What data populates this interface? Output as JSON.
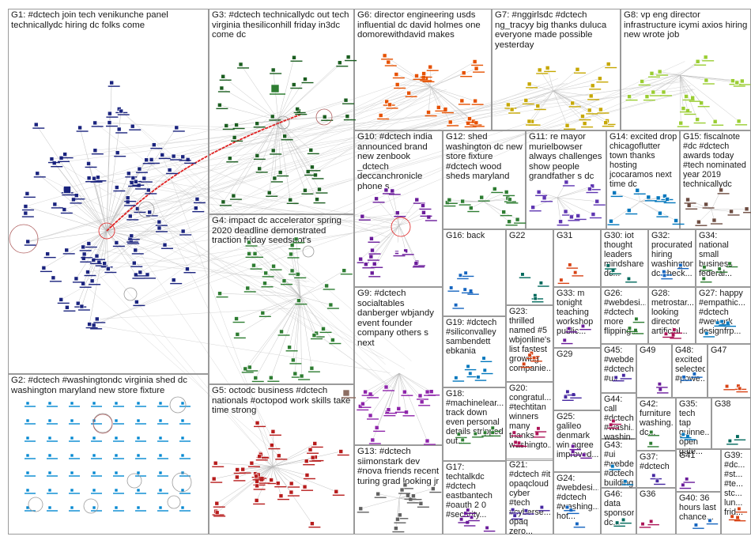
{
  "groups": [
    {
      "id": "G1",
      "label": "G1: #dctech join tech venikunche panel technicallydc hiring dc folks come"
    },
    {
      "id": "G2",
      "label": "G2: #dctech #washingtondc virginia shed dc washington maryland new store fixture"
    },
    {
      "id": "G3",
      "label": "G3: #dctech technicallydc out tech virginia thesiliconhill friday in3dc come dc"
    },
    {
      "id": "G4",
      "label": "G4: impact dc accelerator spring 2020 deadline demonstrated traction friday seedspot's"
    },
    {
      "id": "G5",
      "label": "G5: octodc business #dctech nationals #octopod work skills take time strong"
    },
    {
      "id": "G6",
      "label": "G6: director engineering usds influential dc david holmes one domorewithdavid makes"
    },
    {
      "id": "G7",
      "label": "G7: #nggirlsdc #dctech ng_tracyy big thanks duluca everyone made possible yesterday"
    },
    {
      "id": "G8",
      "label": "G8: vp eng director infrastructure icymi axios hiring new wrote job"
    },
    {
      "id": "G9",
      "label": "G9: #dctech socialtables danberger wbjandy event founder company others s next"
    },
    {
      "id": "G10",
      "label": "G10: #dctech india announced brand new zenbook _dctech deccanchronicle phone s"
    },
    {
      "id": "G11",
      "label": "G11: re mayor murielbowser always challenges show people grandfather s dc"
    },
    {
      "id": "G12",
      "label": "G12: shed washington dc new store fixture #dctech wood sheds maryland"
    },
    {
      "id": "G13",
      "label": "G13: #dctech siimonstark dev #nova friends recent turing grad looking jr"
    },
    {
      "id": "G14",
      "label": "G14: excited drop chicagoflutter town thanks hosting jcocaramos next time dc"
    },
    {
      "id": "G15",
      "label": "G15: fiscalnote #dc #dctech awards today #tech nominated year 2019 technicallydc"
    },
    {
      "id": "G16",
      "label": "G16: back"
    },
    {
      "id": "G17",
      "label": "G17: techtalkdc #dctech eastbantech #oauth 2 0 #security..."
    },
    {
      "id": "G18",
      "label": "G18: #machinelear... track down even personal details stripped out..."
    },
    {
      "id": "G19",
      "label": "G19: #dctech #siliconvalley sambendett ebkania"
    },
    {
      "id": "G20",
      "label": "G20: congratul... #techtitan winners many thanks washingto..."
    },
    {
      "id": "G21",
      "label": "G21: #dctech #it opaqcloud cyber #tech #cyberse... opaq zero..."
    },
    {
      "id": "G22",
      "label": "G22"
    },
    {
      "id": "G23",
      "label": "G23: thrilled named #5 wbjonline's list fastest growing companie..."
    },
    {
      "id": "G24",
      "label": "G24: #webdesi... #dctech #washing... hot..."
    },
    {
      "id": "G25",
      "label": "G25: galileo denmark win agree improved..."
    },
    {
      "id": "G26",
      "label": "G26: #webdesi... #dctech more flipping..."
    },
    {
      "id": "G27",
      "label": "G27: happy #empathic... #dctech #wework designfrp..."
    },
    {
      "id": "G28",
      "label": "G28: metrostar... looking director artificial..."
    },
    {
      "id": "G29",
      "label": "G29"
    },
    {
      "id": "G30",
      "label": "G30: iot thought leaders mindshare dc..."
    },
    {
      "id": "G31",
      "label": "G31"
    },
    {
      "id": "G32",
      "label": "G32: procurated hiring washington dc check..."
    },
    {
      "id": "G33",
      "label": "G33: m tonight teaching workshop public..."
    },
    {
      "id": "G34",
      "label": "G34: national small business federal..."
    },
    {
      "id": "G35",
      "label": "G35: tech tap guinne... open gate..."
    },
    {
      "id": "G36",
      "label": "G36"
    },
    {
      "id": "G37",
      "label": "G37: #dctech"
    },
    {
      "id": "G38",
      "label": "G38"
    },
    {
      "id": "G39",
      "label": "G39: #dc... #st... #te... stc... lun... frid..."
    },
    {
      "id": "G40",
      "label": "G40: 36 hours last chance..."
    },
    {
      "id": "G41",
      "label": "G41"
    },
    {
      "id": "G42",
      "label": "G42: furniture washing... dc..."
    },
    {
      "id": "G43",
      "label": "G43: #ui #webde... #dctech building..."
    },
    {
      "id": "G44",
      "label": "G44: call #dctech #washi... washin..."
    },
    {
      "id": "G45",
      "label": "G45: #webde... #dctech #ux..."
    },
    {
      "id": "G46",
      "label": "G46: data sponsor... dc..."
    },
    {
      "id": "G47",
      "label": "G47"
    },
    {
      "id": "G48",
      "label": "G48: excited selected #powe..."
    },
    {
      "id": "G49",
      "label": "G49"
    }
  ],
  "colors": {
    "border": "#9a9a9a",
    "edge": "#b8b8b8",
    "highlight_edge": "#e02020",
    "G1": "#1a237e",
    "G2": "#0288d1",
    "G3": "#1b5e20",
    "G4": "#2e7d32",
    "G5": "#b71c1c",
    "G6": "#e65100",
    "G7": "#c6a700",
    "G8": "#9acd32",
    "G9": "#8e24aa",
    "G10": "#6a1b9a",
    "G11": "#5e35b1",
    "G12": "#2e7d32",
    "G13": "#616161",
    "misc": "#4a148c"
  },
  "icons": {
    "node": "node-square-icon",
    "self_loop": "self-loop-icon"
  }
}
